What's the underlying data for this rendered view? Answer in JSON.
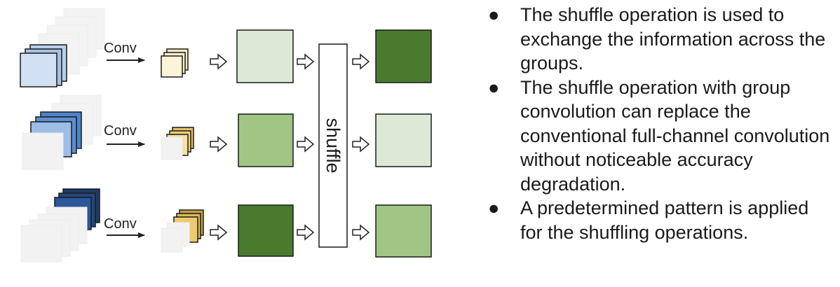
{
  "diagram": {
    "rows": [
      {
        "conv_label": "Conv"
      },
      {
        "conv_label": "Conv"
      },
      {
        "conv_label": "Conv"
      }
    ],
    "shuffle_label": "shuffle",
    "colors": {
      "ghost": "#f2f2f2",
      "ghost_stroke": "#e6e6e6",
      "row1_input": [
        "#c6d9f0",
        "#a7c4e4",
        "#d2e3f5"
      ],
      "row2_input": [
        "#5b8fd1",
        "#3c73c2",
        "#9ebee6"
      ],
      "row3_input": [
        "#1d3a6b",
        "#2a5597",
        "#f2f2f2"
      ],
      "feature_1": [
        "#fbeec0",
        "#fdf3d0",
        "#fef6dc"
      ],
      "feature_2": [
        "#e8c766",
        "#f1d680",
        "#f7e3a6"
      ],
      "feature_3": [
        "#c9a43c",
        "#dbb85a",
        "#e9c96d"
      ],
      "out_light": "#dde9d5",
      "out_mid": "#a0c585",
      "out_dark": "#497a2e"
    }
  },
  "bullets": [
    {
      "symbol": "●",
      "text": "The shuffle operation is used to exchange the information across the groups."
    },
    {
      "symbol": "●",
      "text": "The shuffle operation with group convolution can replace the conventional full-channel convolution without noticeable accuracy degradation."
    },
    {
      "symbol": "●",
      "text": "A predetermined pattern is applied for the shuffling operations."
    }
  ]
}
